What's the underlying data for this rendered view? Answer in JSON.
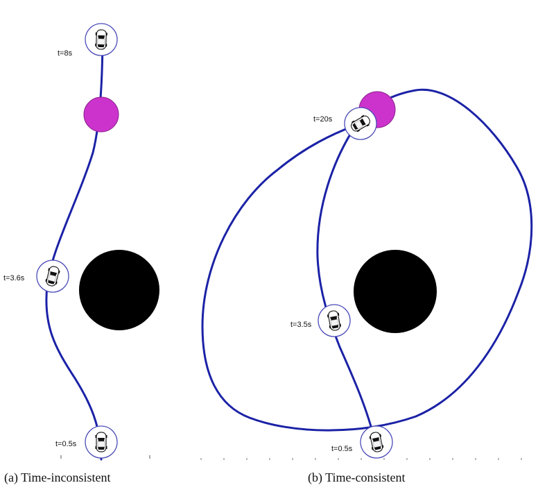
{
  "panels": [
    {
      "caption": "(a) Time-inconsistent",
      "time_labels": [
        "t=8s",
        "t=3.6s",
        "t=0.5s"
      ]
    },
    {
      "caption": "(b) Time-consistent",
      "time_labels": [
        "t=20s",
        "t=3.5s",
        "t=0.5s"
      ]
    }
  ],
  "colors": {
    "trajectory": "#1b22a6",
    "goal_marker": "#cc33cc",
    "obstacle": "#000000",
    "car_ring": "#4a4ab8"
  },
  "icons": [
    "car-icon"
  ]
}
